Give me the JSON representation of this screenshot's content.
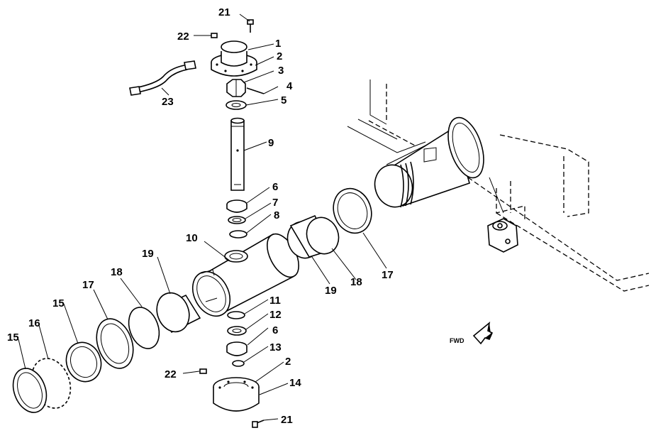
{
  "callouts": {
    "c21_top": "21",
    "c22_top": "22",
    "c1": "1",
    "c2_top": "2",
    "c3": "3",
    "c4": "4",
    "c5": "5",
    "c23": "23",
    "c9": "9",
    "c6_top": "6",
    "c7": "7",
    "c8": "8",
    "c10": "10",
    "c19_left": "19",
    "c18_left": "18",
    "c17_left": "17",
    "c15_a": "15",
    "c16": "16",
    "c15_b": "15",
    "c19_right": "19",
    "c18_right": "18",
    "c17_right": "17",
    "c11": "11",
    "c12": "12",
    "c6_bottom": "6",
    "c13": "13",
    "c2_bottom": "2",
    "c22_bottom": "22",
    "c14": "14",
    "c21_bottom": "21"
  },
  "direction_label": "FWD"
}
